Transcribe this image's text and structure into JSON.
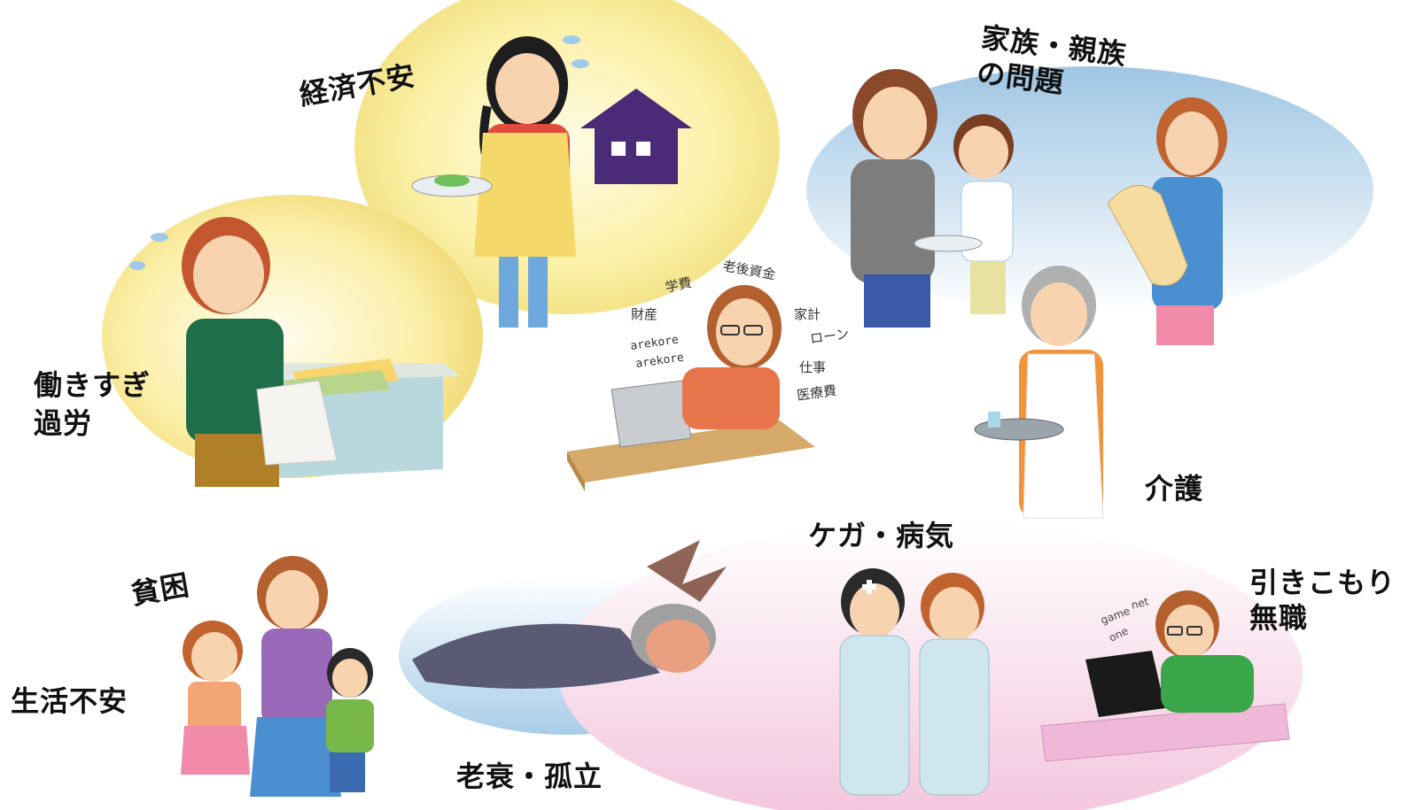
{
  "labels": {
    "keizai_fuan": "経済不安",
    "kazoku_line1": "家族・親族",
    "kazoku_line2": "の問題",
    "hatarakisugi_line1": "働きすぎ",
    "hatarakisugi_line2": "過労",
    "kaigo": "介護",
    "kega_byoki": "ケガ・病気",
    "hinkon": "貧困",
    "hikikomori_line1": "引きこもり",
    "hikikomori_line2": "無職",
    "seikatsu_fuan": "生活不安",
    "rosui_koritsu": "老衰・孤立"
  },
  "worry_words": {
    "gakuhi": "学費",
    "rogo_shikin": "老後資金",
    "zaisan": "財産",
    "kakei": "家計",
    "loan": "ローン",
    "shigoto": "仕事",
    "iryohi": "医療費",
    "arekore1": "arekore",
    "arekore2": "arekore"
  },
  "net_words": {
    "net": "net",
    "game": "game",
    "one": "one"
  },
  "colors": {
    "text": "#111111",
    "apron": "#f5d86a",
    "house": "#4b2a78",
    "sweater_green": "#1f6e4a",
    "shirt_orange": "#e8744a",
    "shirt_purple": "#9a68b8",
    "shirt_blue": "#4a8fd0",
    "skin": "#f8d3b0"
  }
}
